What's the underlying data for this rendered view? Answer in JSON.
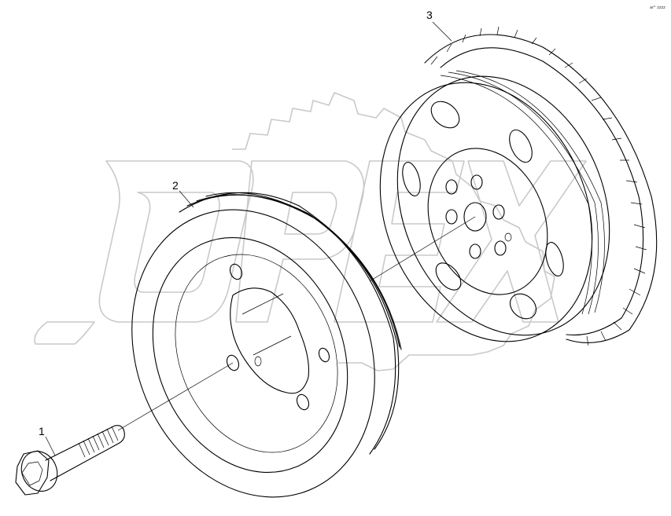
{
  "diagram": {
    "callouts": [
      {
        "id": "bolt",
        "label": "1"
      },
      {
        "id": "pulley",
        "label": "2"
      },
      {
        "id": "flywheel",
        "label": "3"
      }
    ],
    "corner_mark": "ar° zzzz"
  },
  "colors": {
    "line": "#000000",
    "watermark": "#c9c9c9",
    "background": "#ffffff"
  }
}
